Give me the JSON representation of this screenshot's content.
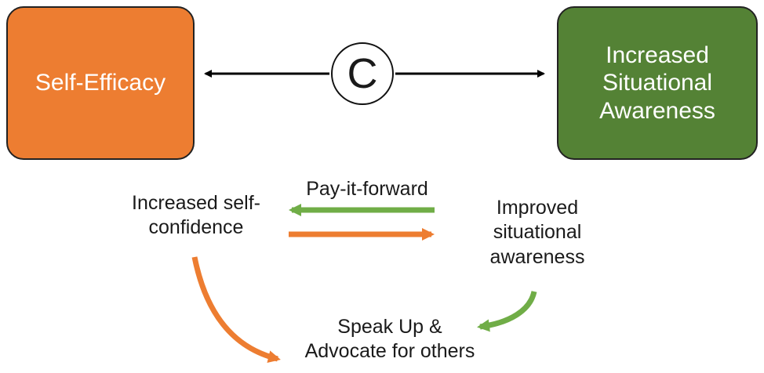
{
  "colors": {
    "orange": "#ED7D31",
    "green": "#548235",
    "arrow_green": "#70AD47",
    "arrow_orange": "#ED7D31",
    "black": "#000000"
  },
  "boxes": {
    "left": "Self-Efficacy",
    "right": "Increased\nSituational\nAwareness"
  },
  "connector_symbol": "C",
  "labels": {
    "confidence": "Increased self-\nconfidence",
    "pay_forward": "Pay-it-forward",
    "awareness": "Improved\nsituational\nawareness",
    "speak_up": "Speak Up &\nAdvocate for others"
  }
}
